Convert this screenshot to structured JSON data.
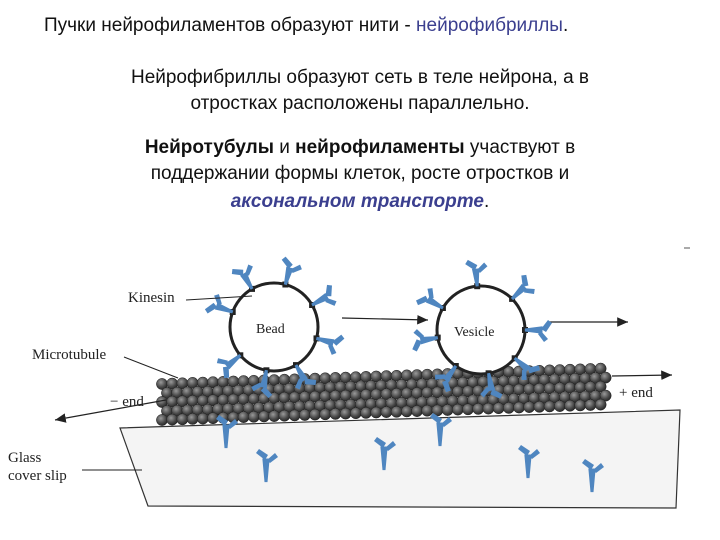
{
  "text": {
    "line1": {
      "before": "Пучки нейрофиламентов образуют нити - ",
      "highlight": "нейрофибриллы",
      "after": "."
    },
    "line2": "Нейрофибриллы образуют сеть в теле нейрона, а в",
    "line3": "отростках расположены параллельно.",
    "line4": {
      "bold1": "Нейротубулы",
      "mid": " и ",
      "bold2": "нейрофиламенты",
      "after": " участвуют в"
    },
    "line5": "поддержании формы клеток, росте отростков и",
    "line6": {
      "highlight": "аксональном транспорте",
      "after": "."
    }
  },
  "diagram": {
    "labels": {
      "kinesin": "Kinesin",
      "microtubule": "Microtubule",
      "minus_end": "− end",
      "plus_end": "+ end",
      "glass": "Glass",
      "cover_slip": "cover slip",
      "bead": "Bead",
      "vesicle": "Vesicle"
    },
    "colors": {
      "kinesin": "#4f86c0",
      "microtubule": "#3c3c3c",
      "text_highlight": "#3b3f8f"
    }
  }
}
